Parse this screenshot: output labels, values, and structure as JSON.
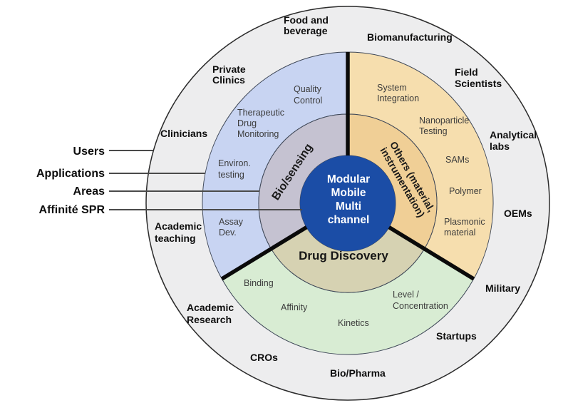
{
  "legend": {
    "users": "Users",
    "applications": "Applications",
    "areas": "Areas",
    "affinite_spr": "Affinité SPR"
  },
  "center": {
    "lines": [
      "Modular",
      "Mobile",
      "Multi",
      "channel"
    ]
  },
  "areas_ring": {
    "biosensing": {
      "label": "Bio/sensing"
    },
    "others": {
      "lines": [
        "Others (material,",
        "instrumentation)"
      ]
    },
    "drug_discovery": {
      "label": "Drug Discovery"
    }
  },
  "applications_ring": {
    "biosensing": [
      {
        "lines": [
          "Quality",
          "Control"
        ]
      },
      {
        "lines": [
          "Therapeutic",
          "Drug",
          "Monitoring"
        ]
      },
      {
        "lines": [
          "Environ.",
          "testing"
        ]
      },
      {
        "lines": [
          "Assay",
          "Dev."
        ]
      }
    ],
    "others": [
      {
        "lines": [
          "System",
          "Integration"
        ]
      },
      {
        "lines": [
          "Nanoparticle",
          "Testing"
        ]
      },
      {
        "lines": [
          "SAMs"
        ]
      },
      {
        "lines": [
          "Polymer"
        ]
      },
      {
        "lines": [
          "Plasmonic",
          "material"
        ]
      }
    ],
    "drug_discovery": [
      {
        "lines": [
          "Binding"
        ]
      },
      {
        "lines": [
          "Affinity"
        ]
      },
      {
        "lines": [
          "Kinetics"
        ]
      },
      {
        "lines": [
          "Level /",
          "Concentration"
        ]
      }
    ]
  },
  "users_ring": [
    {
      "lines": [
        "Food and",
        "beverage"
      ]
    },
    {
      "lines": [
        "Biomanufacturing"
      ]
    },
    {
      "lines": [
        "Field",
        "Scientists"
      ]
    },
    {
      "lines": [
        "Analytical",
        "labs"
      ]
    },
    {
      "lines": [
        "OEMs"
      ]
    },
    {
      "lines": [
        "Military"
      ]
    },
    {
      "lines": [
        "Startups"
      ]
    },
    {
      "lines": [
        "Bio/Pharma"
      ]
    },
    {
      "lines": [
        "CROs"
      ]
    },
    {
      "lines": [
        "Academic",
        "Research"
      ]
    },
    {
      "lines": [
        "Academic",
        "teaching"
      ]
    },
    {
      "lines": [
        "Clinicians"
      ]
    },
    {
      "lines": [
        "Private",
        "Clinics"
      ]
    }
  ],
  "colors": {
    "outer_ring": "#ededee",
    "outer_ring_border": "#2b2b2b",
    "applications_biosensing": "#c8d4f2",
    "areas_biosensing": "#c5c2d1",
    "applications_others": "#f6deae",
    "areas_others": "#f0cf96",
    "applications_drug_discovery": "#d8ecd3",
    "areas_drug_discovery": "#d6d2b2",
    "center_circle": "#1b4da6",
    "divider": "#0a0a0a"
  }
}
